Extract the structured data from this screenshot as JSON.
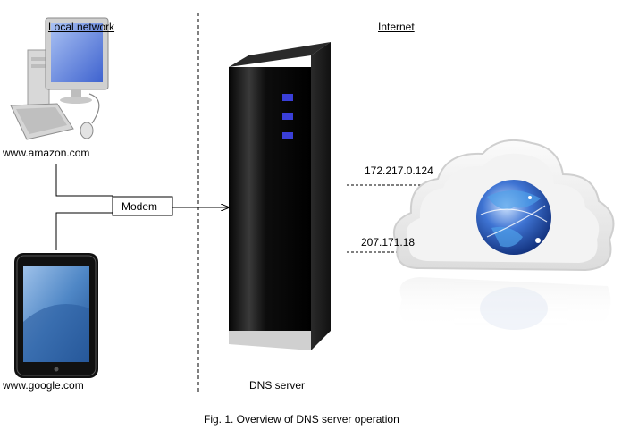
{
  "headers": {
    "left": "Local network",
    "right": "Internet"
  },
  "devices": {
    "computer_label": "www.amazon.com",
    "tablet_label": "www.google.com"
  },
  "modem_label": "Modem",
  "server_label": "DNS server",
  "ip_addresses": [
    "172.217.0.124",
    "207.171.18"
  ],
  "caption": "Fig. 1. Overview of DNS server operation",
  "colors": {
    "server_body": "#1a1a1a",
    "server_lights": "#3a3fd8",
    "tablet_screen": "#4f87c6",
    "cloud": "#eeeeee",
    "globe": "#2f5fbf",
    "monitor": "#5f7fd9"
  }
}
